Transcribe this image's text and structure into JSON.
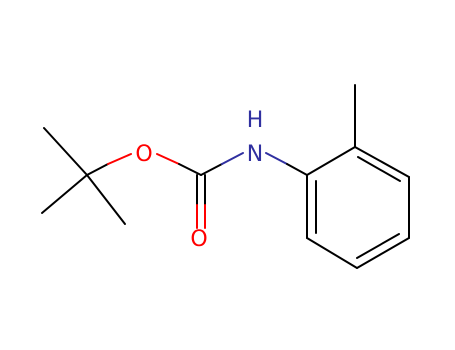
{
  "molecule": {
    "atoms": {
      "ether_oxygen": {
        "symbol": "O",
        "color": "#ff0000"
      },
      "carbonyl_oxygen": {
        "symbol": "O",
        "color": "#ff0000"
      },
      "amide_nitrogen": {
        "symbol": "N",
        "color": "#3030a0"
      },
      "amide_hydrogen": {
        "symbol": "H",
        "color": "#3030a0"
      }
    },
    "bond_color": "#000000"
  }
}
